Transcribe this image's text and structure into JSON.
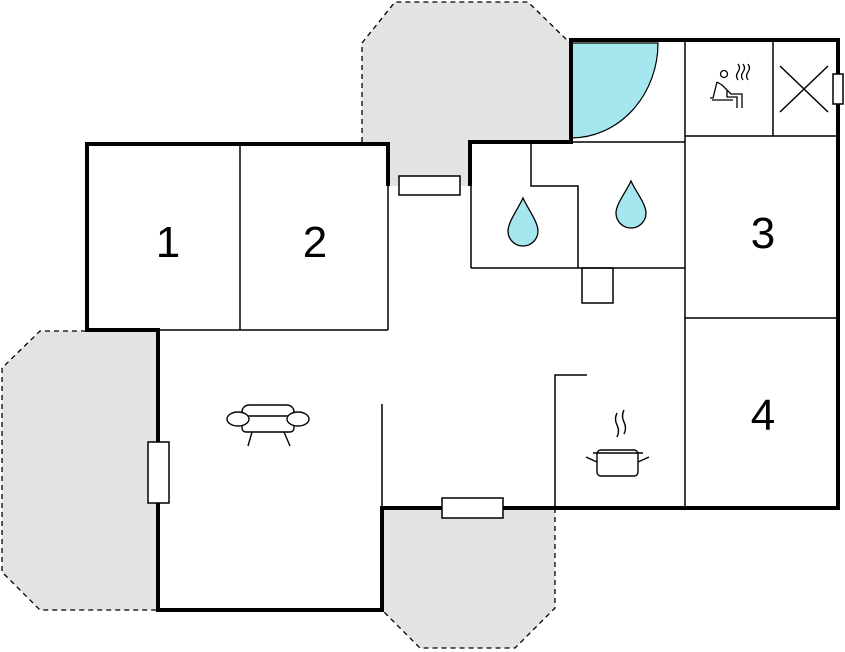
{
  "rooms": {
    "room_1": {
      "label": "1"
    },
    "room_2": {
      "label": "2"
    },
    "room_3": {
      "label": "3"
    },
    "room_4": {
      "label": "4"
    }
  },
  "icons": {
    "bathroom_left": "water-drop-icon",
    "bathroom_right": "water-drop-icon",
    "sauna": "sauna-icon",
    "technical_room": "x-cross-icon",
    "living_room": "sofa-icon",
    "kitchen": "cooking-pot-icon"
  },
  "colors": {
    "terrace": "#e3e3e3",
    "water": "#a6e6ee",
    "wall": "#000000",
    "background": "#ffffff"
  }
}
